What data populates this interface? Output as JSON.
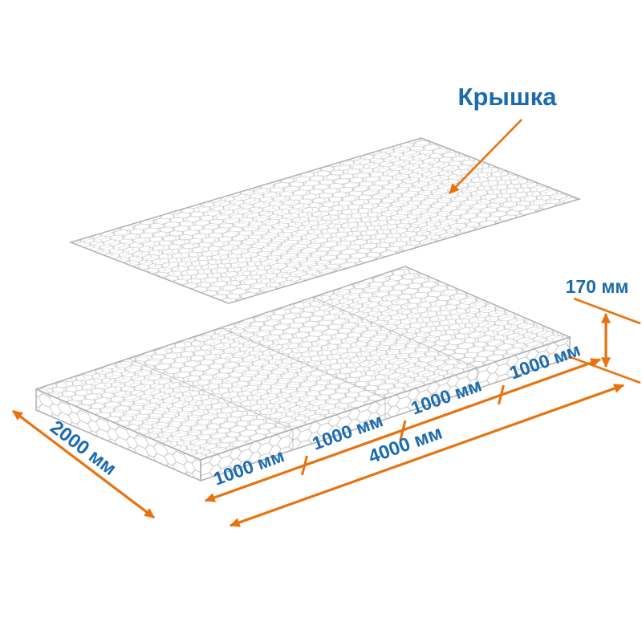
{
  "diagram": {
    "lid_label": "Крышка",
    "labels": {
      "height": "170 мм",
      "width": "2000 мм",
      "length": "4000 мм"
    },
    "segments": [
      "1000 мм",
      "1000 мм",
      "1000 мм",
      "1000 мм"
    ],
    "colors": {
      "accent": "#E8720C",
      "label": "#1C6BAE",
      "mesh": "#C7C7C7",
      "mesh_dark": "#B0B0B0",
      "panel_fill": "#FFFFFF"
    }
  }
}
